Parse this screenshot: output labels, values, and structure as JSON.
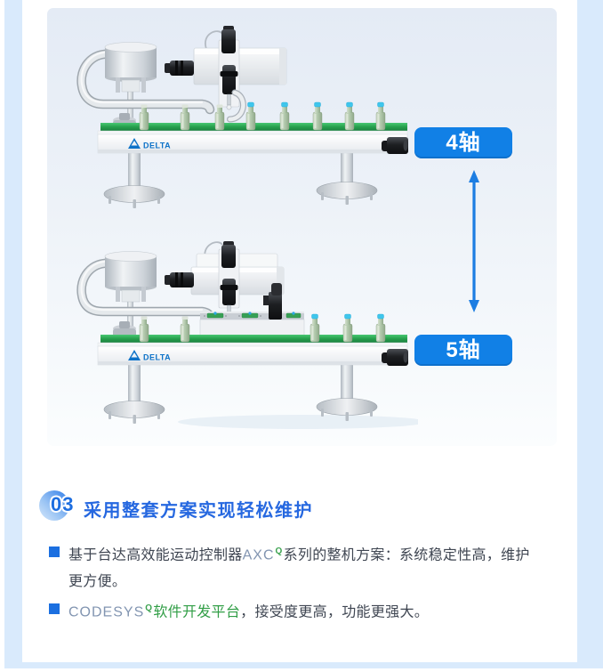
{
  "figure": {
    "axis_labels": [
      {
        "text": "4轴"
      },
      {
        "text": "5轴"
      }
    ],
    "brand_logo_text": "DELTA"
  },
  "section": {
    "number": "03",
    "title": "采用整套方案实现轻松维护",
    "bullets": {
      "b1": {
        "text_pre": "基于台达高效能运动控制器",
        "product": "AXC",
        "sup": "Q",
        "text_post": "系列的整机方案：系统稳定性高，维护更方便。"
      },
      "b2": {
        "product": "CODESYS",
        "sup": "Q",
        "highlight": "软件开发平台",
        "text_post": "，接受度更高，功能更强大。"
      }
    }
  },
  "colors": {
    "panel_blue": "#d9eafc",
    "card_gradient_top": "#e4ebf5",
    "button_blue": "#1180e6",
    "arrow_blue": "#1c7de2",
    "heading_blue": "#2668e0",
    "body_text": "#3f4652",
    "product_gray_blue": "#8295b1",
    "green": "#319e46",
    "belt_green": "#27a04d",
    "bottle_sage": "#b3c9ad",
    "cap_cyan": "#3fc6ec",
    "delta_logo_blue": "#0d72c8"
  }
}
